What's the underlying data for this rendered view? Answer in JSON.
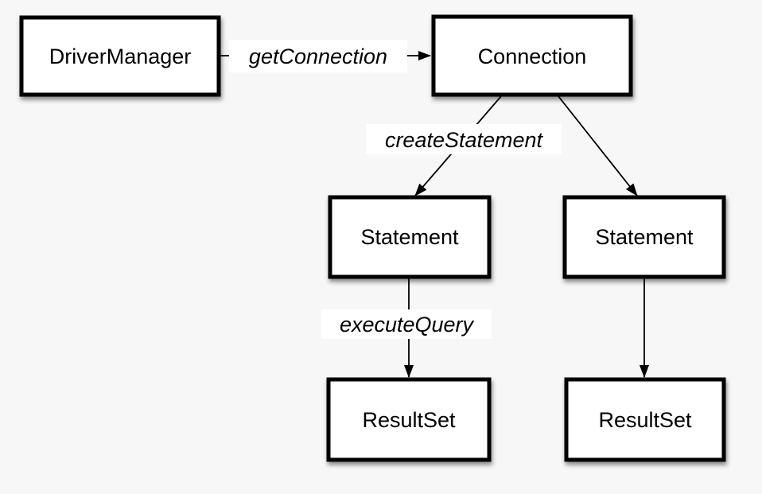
{
  "diagram": {
    "description": "JDBC object creation flow diagram",
    "colors": {
      "background": "#f7f7f7",
      "node_fill": "#ffffff",
      "node_border": "#000000",
      "text": "#000000",
      "edge_label_background": "#ffffff"
    },
    "nodes": [
      {
        "id": "driver-manager",
        "label": "DriverManager"
      },
      {
        "id": "connection",
        "label": "Connection"
      },
      {
        "id": "statement-left",
        "label": "Statement"
      },
      {
        "id": "statement-right",
        "label": "Statement"
      },
      {
        "id": "resultset-left",
        "label": "ResultSet"
      },
      {
        "id": "resultset-right",
        "label": "ResultSet"
      }
    ],
    "edges": [
      {
        "from": "DriverManager",
        "to": "Connection",
        "label": "getConnection"
      },
      {
        "from": "Connection",
        "to": "Statement (left)",
        "label": "createStatement"
      },
      {
        "from": "Connection",
        "to": "Statement (right)",
        "label": ""
      },
      {
        "from": "Statement (left)",
        "to": "ResultSet (left)",
        "label": "executeQuery"
      },
      {
        "from": "Statement (right)",
        "to": "ResultSet (right)",
        "label": ""
      }
    ]
  }
}
